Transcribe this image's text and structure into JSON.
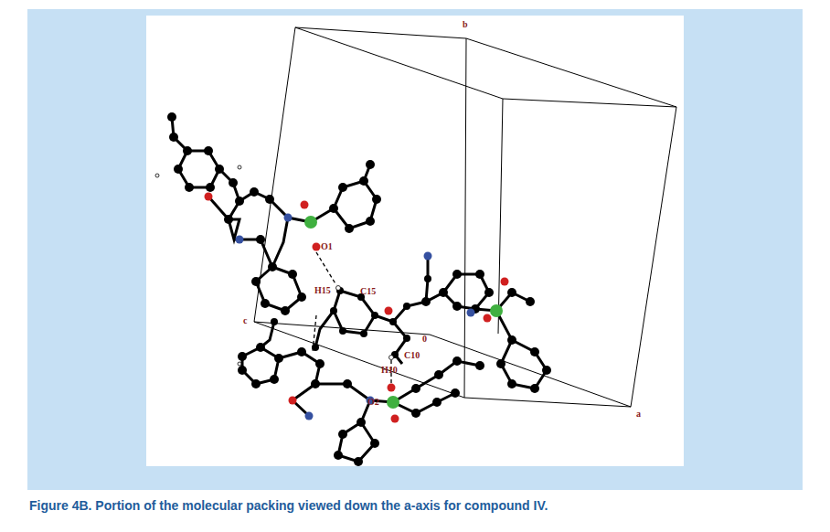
{
  "diagram": {
    "caption": "Figure 4B. Portion of the molecular packing viewed down the a-axis for compound IV.",
    "labels": [
      "b",
      "O1",
      "H15",
      "C15",
      "c",
      "C10",
      "H10",
      "0",
      "O2",
      "a"
    ]
  }
}
